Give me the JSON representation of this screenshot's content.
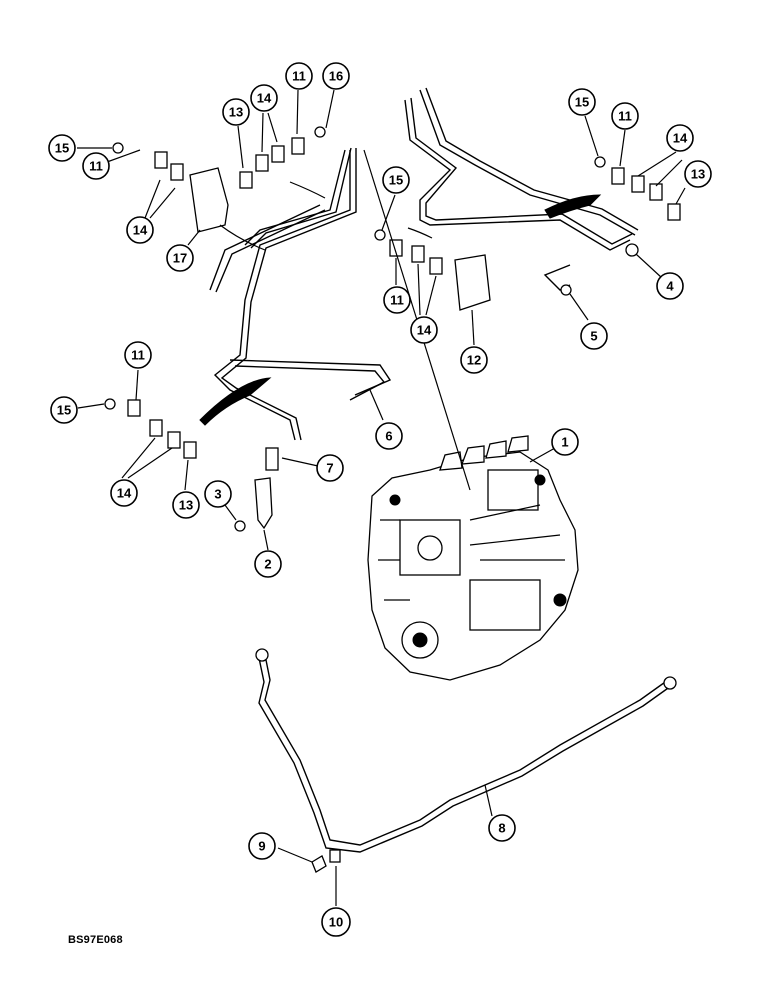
{
  "figure_code": "BS97E068",
  "callouts": [
    {
      "label": "1"
    },
    {
      "label": "2"
    },
    {
      "label": "3"
    },
    {
      "label": "4"
    },
    {
      "label": "5"
    },
    {
      "label": "6"
    },
    {
      "label": "7"
    },
    {
      "label": "8"
    },
    {
      "label": "9"
    },
    {
      "label": "10"
    },
    {
      "label": "11"
    },
    {
      "label": "11"
    },
    {
      "label": "11"
    },
    {
      "label": "11"
    },
    {
      "label": "11"
    },
    {
      "label": "12"
    },
    {
      "label": "13"
    },
    {
      "label": "13"
    },
    {
      "label": "13"
    },
    {
      "label": "14"
    },
    {
      "label": "14"
    },
    {
      "label": "14"
    },
    {
      "label": "14"
    },
    {
      "label": "14"
    },
    {
      "label": "15"
    },
    {
      "label": "15"
    },
    {
      "label": "15"
    },
    {
      "label": "15"
    },
    {
      "label": "16"
    },
    {
      "label": "17"
    }
  ]
}
